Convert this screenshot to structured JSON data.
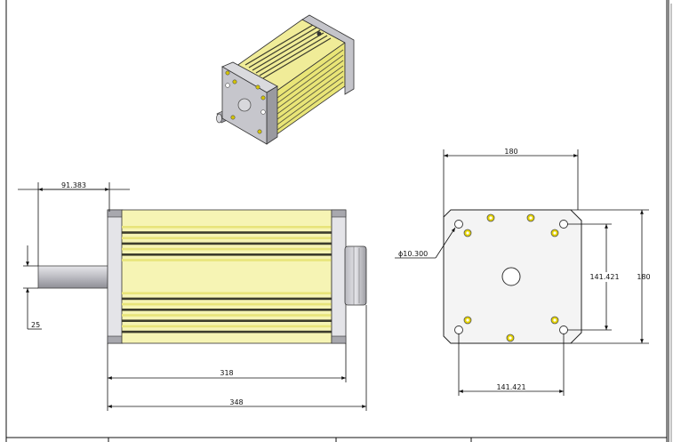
{
  "dimensions": {
    "shaft_extension": "91.383",
    "shaft_step": "25",
    "body_length": "318",
    "total_length": "348",
    "flange_width_top": "180",
    "flange_height_right": "180",
    "hole_spacing_vertical": "141.421",
    "hole_spacing_horizontal": "141.421",
    "hole_diameter": "10.300",
    "diameter_symbol": "ϕ"
  },
  "colors": {
    "body_yellow": "#f6f4b4",
    "fin_yellow": "#e8e47a",
    "fin_dark": "#3c3c2c",
    "steel": "#c8c8cc",
    "steel_dark": "#8c8c92",
    "line": "#111111"
  }
}
